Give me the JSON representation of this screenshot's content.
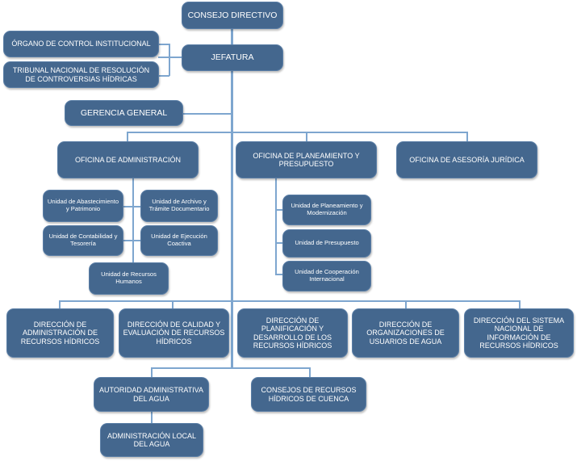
{
  "org_chart": {
    "consejo_directivo": "CONSEJO DIRECTIVO",
    "jefatura": "JEFATURA",
    "organo_control": "ÓRGANO DE CONTROL INSTITUCIONAL",
    "tribunal": "TRIBUNAL NACIONAL DE RESOLUCIÓN DE CONTROVERSIAS HÍDRICAS",
    "gerencia_general": "GERENCIA GENERAL",
    "oficina_administracion": "OFICINA DE ADMINISTRACIÓN",
    "oficina_planeamiento": "OFICINA DE PLANEAMIENTO Y PRESUPUESTO",
    "oficina_asesoria": "OFICINA DE ASESORÍA JURÍDICA",
    "admin_units": {
      "abastecimiento": "Unidad de Abastecimiento y Patrimonio",
      "archivo": "Unidad de Archivo y Trámite Documentario",
      "contabilidad": "Unidad de Contabilidad y Tesorería",
      "ejecucion": "Unidad de Ejecución Coactiva",
      "recursos_humanos": "Unidad de Recursos Humanos"
    },
    "plan_units": {
      "planeamiento": "Unidad de Planeamiento y Modernización",
      "presupuesto": "Unidad de Presupuesto",
      "cooperacion": "Unidad de Cooperación Internacional"
    },
    "direcciones": {
      "administracion_recursos": "DIRECCIÓN DE ADMINISTRACIÓN DE RECURSOS HÍDRICOS",
      "calidad": "DIRECCIÓN DE CALIDAD Y EVALUACIÓN DE RECURSOS HÍDRICOS",
      "planificacion": "DIRECCIÓN DE PLANIFICACIÓN Y DESARROLLO DE LOS RECURSOS HÍDRICOS",
      "organizaciones": "DIRECCIÓN DE ORGANIZACIONES DE USUARIOS DE AGUA",
      "sistema": "DIRECCIÓN DEL SISTEMA NACIONAL DE INFORMACIÓN DE RECURSOS HÍDRICOS"
    },
    "autoridad_administrativa": "AUTORIDAD ADMINISTRATIVA DEL AGUA",
    "consejos": "CONSEJOS DE RECURSOS HÍDRICOS DE CUENCA",
    "administracion_local": "ADMINISTRACIÓN LOCAL DEL AGUA"
  },
  "colors": {
    "box_fill": "#44678e",
    "box_text": "#ffffff",
    "connector": "#7ea6cf"
  }
}
